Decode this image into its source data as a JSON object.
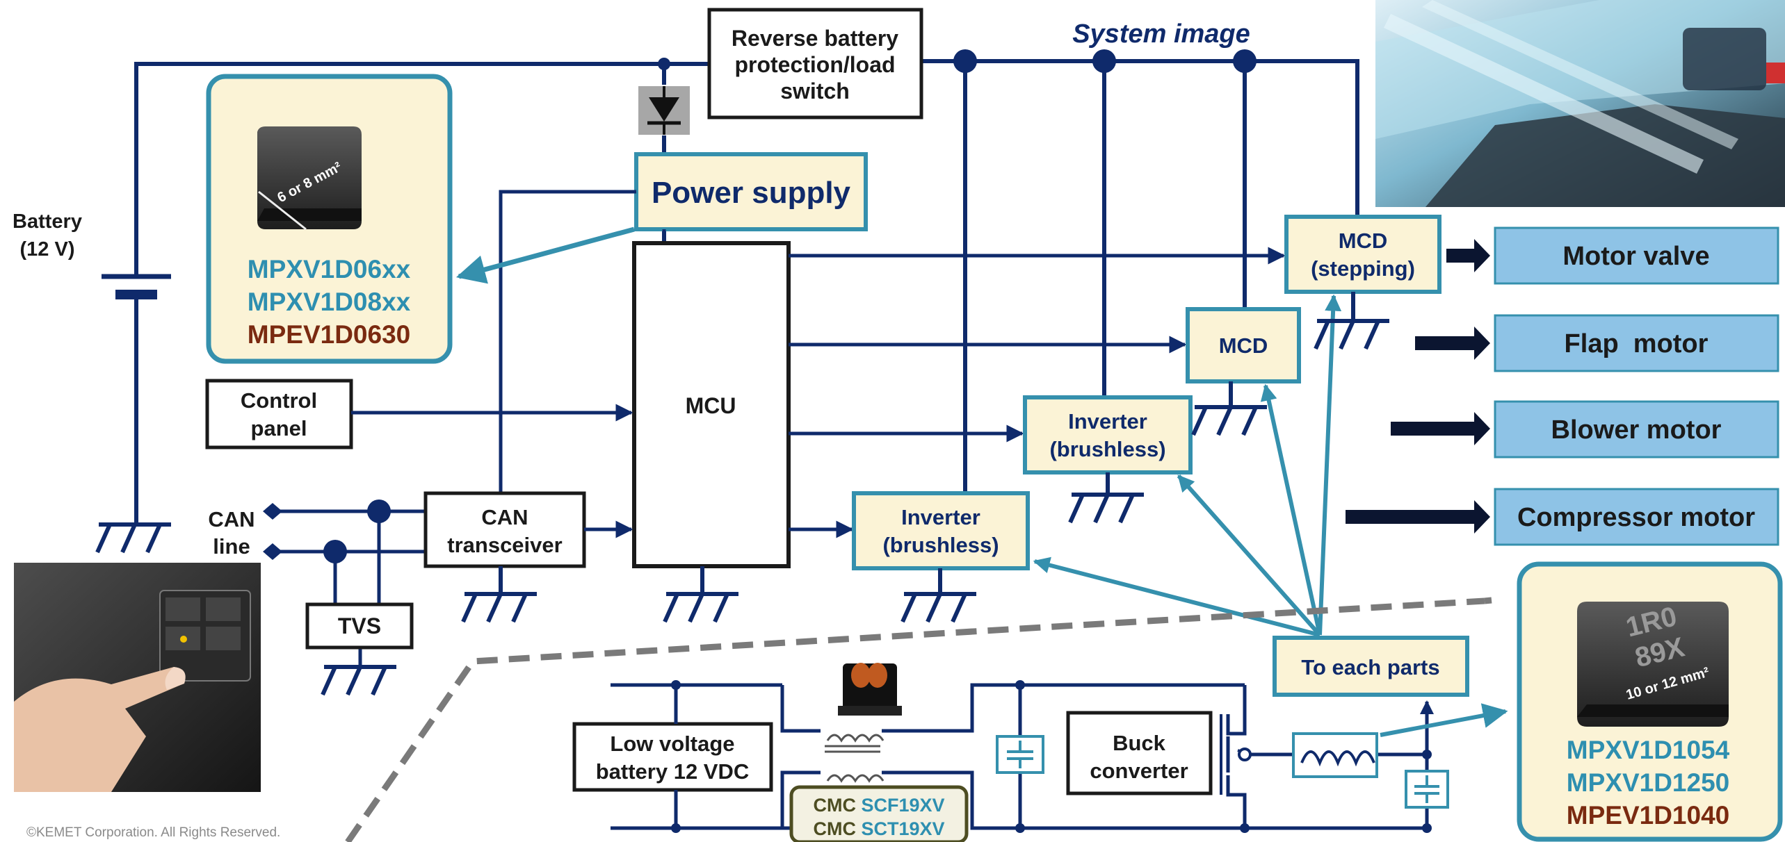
{
  "title": "System image",
  "battery": {
    "label_line1": "Battery",
    "label_line2": "(12 V)"
  },
  "reverse_protection": {
    "line1": "Reverse battery",
    "line2": "protection/load",
    "line3": "switch"
  },
  "power_supply": "Power supply",
  "mcu": "MCU",
  "control_panel": {
    "line1": "Control",
    "line2": "panel"
  },
  "can_line": {
    "line1": "CAN",
    "line2": "line"
  },
  "can_transceiver": {
    "line1": "CAN",
    "line2": "transceiver"
  },
  "tvs": "TVS",
  "inverter_lower": {
    "line1": "Inverter",
    "line2": "(brushless)"
  },
  "inverter_upper": {
    "line1": "Inverter",
    "line2": "(brushless)"
  },
  "mcd": "MCD",
  "mcd_stepping": {
    "line1": "MCD",
    "line2": "(stepping)"
  },
  "motors": [
    "Motor valve",
    "Flap  motor",
    "Blower motor",
    "Compressor motor"
  ],
  "to_each_parts": "To each parts",
  "inductor_small": {
    "size_label": "6 or 8 mm²",
    "parts": [
      {
        "name": "MPXV1D06xx",
        "color": "#2e8fb0"
      },
      {
        "name": "MPXV1D08xx",
        "color": "#2e8fb0"
      },
      {
        "name": "MPEV1D0630",
        "color": "#7a2a10"
      }
    ]
  },
  "inductor_large": {
    "size_label": "10 or 12 mm²",
    "marking_line1": "1R0",
    "marking_line2": "89X",
    "parts": [
      {
        "name": "MPXV1D1054",
        "color": "#2e8fb0"
      },
      {
        "name": "MPXV1D1250",
        "color": "#2e8fb0"
      },
      {
        "name": "MPEV1D1040",
        "color": "#7a2a10"
      }
    ]
  },
  "low_voltage_battery": {
    "line1": "Low voltage",
    "line2": "battery 12 VDC"
  },
  "buck_converter": {
    "line1": "Buck",
    "line2": "converter"
  },
  "cmc": {
    "line1_prefix": "CMC",
    "line1_part": "SCF19XV",
    "line2_prefix": "CMC",
    "line2_part": "SCT19XV"
  },
  "copyright": "©KEMET Corporation. All Rights Reserved.",
  "colors": {
    "navy": "#0f2a6b",
    "teal": "#3590ad",
    "cream": "#fbf3d6",
    "light_blue": "#8ec3e6",
    "grey_dash": "#7a7a7a"
  }
}
